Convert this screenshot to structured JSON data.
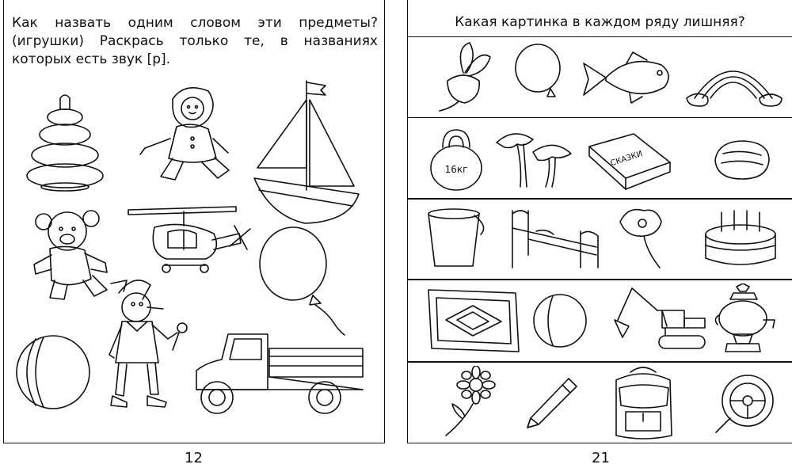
{
  "left_page": {
    "task": "Как назвать одним словом эти предметы? (игрушки) Раскрась только те, в названиях которых есть звук [р].",
    "page_number": "12",
    "pictures": [
      "pyramid",
      "doll",
      "sailboat",
      "teddy-bear",
      "helicopter",
      "balloon",
      "pinocchio",
      "ball",
      "truck"
    ]
  },
  "right_page": {
    "title": "Какая картинка в каждом ряду лишняя?",
    "page_number": "21",
    "kettlebell_label": "16кг",
    "book_label": "СКАЗКИ",
    "rows": [
      [
        "beet",
        "balloon",
        "fish",
        "rainbow"
      ],
      [
        "kettlebell",
        "mushrooms",
        "book",
        "walnut"
      ],
      [
        "bucket",
        "bed",
        "poppy",
        "cake"
      ],
      [
        "carpet",
        "ball",
        "excavator",
        "samovar"
      ],
      [
        "daisy",
        "pencil",
        "backpack",
        "steering-wheel"
      ]
    ]
  }
}
